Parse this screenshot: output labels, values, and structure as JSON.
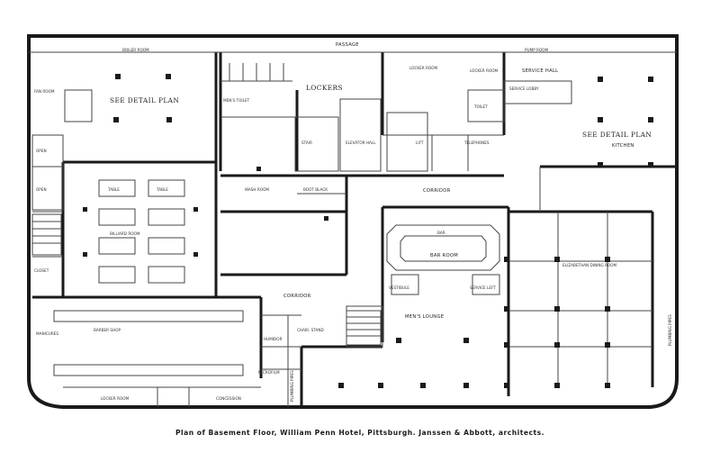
{
  "caption": "Plan of Basement Floor, William Penn Hotel, Pittsburgh.  Janssen & Abbott, architects.",
  "labels": {
    "passage": "PASSAGE",
    "fan_room": "FAN ROOM",
    "see_detail_plan_left": "SEE DETAIL PLAN",
    "mens_toilet": "MEN'S TOILET",
    "lockers": "LOCKERS",
    "locker_room_top": "LOCKER ROOM",
    "locker_room_2": "LOCKER ROOM",
    "service_hall": "SERVICE HALL",
    "service_lobby": "SERVICE LOBBY",
    "toilet": "TOILET",
    "see_detail_plan_right": "SEE DETAIL PLAN",
    "kitchen": "KITCHEN",
    "elevator_hall": "ELEVATOR HALL",
    "stair": "STAIR",
    "telephones": "TELEPHONES",
    "lift": "LIFT",
    "wash_room": "WASH ROOM",
    "boot_black": "BOOT BLACK",
    "corridor_upper": "CORRIDOR",
    "table_1": "TABLE",
    "table_2": "TABLE",
    "billiard_room": "BILLIARD ROOM",
    "bar": "BAR",
    "bar_room": "BAR ROOM",
    "elizabethan_dining_room": "ELIZABETHAN DINING ROOM",
    "corridor_lower": "CORRIDOR",
    "vestibule": "VESTIBULE",
    "service_left": "SERVICE LEFT",
    "mens_lounge": "MEN'S LOUNGE",
    "barber_shop": "BARBER SHOP",
    "manicures": "MANICURES",
    "closet": "CLOSET",
    "chair_stand": "CHAIR. STAND",
    "humidor": "HUMIDOR",
    "microfilm": "MICROFILM",
    "locker_room_bottom": "LOCKER ROOM",
    "concession": "CONCESSION",
    "plumbing_pipes_left": "PLUMBING PIPES",
    "plumbing_pipes_right": "PLUMBING PIPES",
    "open_1": "OPEN",
    "open_2": "OPEN",
    "boiler_room": "BOILER ROOM",
    "pump_room": "PUMP ROOM"
  },
  "colors": {
    "wall": "#1a1a1a",
    "line": "#444444",
    "paper": "#ffffff"
  }
}
